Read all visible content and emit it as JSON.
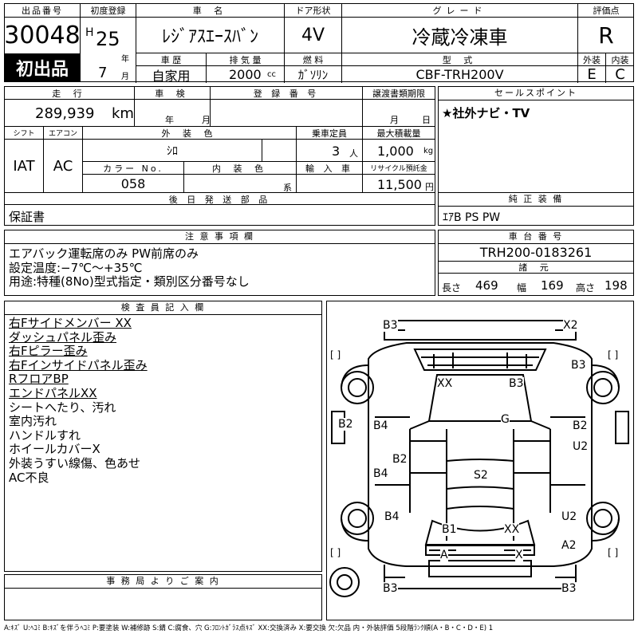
{
  "header": {
    "lot_label": "出品番号",
    "lot_number": "30048",
    "first_listing": "初出品",
    "reg_label": "初度登録",
    "era": "H",
    "year": "25",
    "year_unit": "年",
    "month": "7",
    "month_unit": "月",
    "car_name_label": "車 名",
    "car_name": "ﾚｼﾞｱｽｴｰｽﾊﾞﾝ",
    "door_label": "ドア形状",
    "door": "4V",
    "grade_label": "グレード",
    "grade": "冷蔵冷凍車",
    "score_label": "評価点",
    "score": "R",
    "history_label": "車 歴",
    "history": "自家用",
    "displacement_label": "排 気 量",
    "displacement": "2000",
    "displacement_unit": "cc",
    "fuel_label": "燃 料",
    "fuel": "ｶﾞｿﾘﾝ",
    "model_label": "型 式",
    "model": "CBF-TRH200V",
    "ext_label": "外装",
    "ext_grade": "E",
    "int_label": "内装",
    "int_grade": "C"
  },
  "row2": {
    "mileage_label": "走 行",
    "mileage": "289,939",
    "mileage_unit": "km",
    "inspection_label": "車 検",
    "inspection_year": "年",
    "inspection_month": "月",
    "plate_label": "登 録 番 号",
    "transfer_label": "譲渡書類期限",
    "transfer_month": "月",
    "transfer_day": "日",
    "sales_label": "セールスポイント",
    "sales_text": "★社外ナビ・TV",
    "shift_label": "シフト",
    "shift": "IAT",
    "ac_label": "エアコン",
    "ac": "AC",
    "color_label": "外 装 色",
    "color": "ｼﾛ",
    "capacity_label": "乗車定員",
    "capacity": "3",
    "capacity_unit": "人",
    "load_label": "最大積載量",
    "load": "1,000",
    "load_unit": "kg",
    "color_no_label": "カラー No.",
    "color_no": "058",
    "interior_color_label": "内 装 色",
    "interior_color_unit": "系",
    "import_label": "輸 入 車",
    "recycle_label": "リサイクル預託金",
    "recycle": "11,500",
    "recycle_unit": "円",
    "later_label": "後 日 発 送 部 品",
    "later_text": "保証書",
    "equipment_label": "純 正 装 備",
    "equipment_text": "ｴｱB PS PW"
  },
  "notes": {
    "label": "注 意 事 項 欄",
    "lines": [
      "エアバック運転席のみ PW前席のみ",
      "設定温度:−7℃〜+35℃",
      "用途:特種(8No)型式指定・類別区分番号なし"
    ]
  },
  "chassis": {
    "label": "車 台 番 号",
    "number": "TRH200-0183261",
    "specs_label": "諸 元",
    "length_label": "長さ",
    "length": "469",
    "width_label": "幅",
    "width": "169",
    "height_label": "高さ",
    "height": "198"
  },
  "inspector": {
    "label": "検 査 員 記 入 欄",
    "lines": [
      {
        "text": "右Fサイドメンバー XX",
        "underline": true
      },
      {
        "text": "ダッシュパネル歪み",
        "underline": true
      },
      {
        "text": "右Fピラー歪み",
        "underline": true
      },
      {
        "text": "右Fインサイドパネル歪み",
        "underline": true
      },
      {
        "text": "RフロアBP",
        "underline": true
      },
      {
        "text": "エンドパネルXX",
        "underline": true
      },
      {
        "text": "シートへたり、汚れ",
        "underline": false
      },
      {
        "text": "室内汚れ",
        "underline": false
      },
      {
        "text": "ハンドルすれ",
        "underline": false
      },
      {
        "text": "ホイールカバーX",
        "underline": false
      },
      {
        "text": "外装うすい線傷、色あせ",
        "underline": false
      },
      {
        "text": "AC不良",
        "underline": false
      }
    ]
  },
  "office": {
    "label": "事 務 局 よ り ご 案 内"
  },
  "diagram": {
    "marks": [
      "B3",
      "X2",
      "B3",
      "XX",
      "B3",
      "G",
      "B2",
      "B4",
      "B2",
      "U2",
      "B2",
      "B4",
      "S2",
      "B4",
      "B1",
      "XX",
      "U2",
      "A",
      "X",
      "A2",
      "B3",
      "B3"
    ],
    "brackets": [
      "[ ]",
      "[ ]",
      "[ ]",
      "[ ]"
    ]
  },
  "legend": "A:ｷｽﾞ U:ﾍｺﾐ B:ｷｽﾞを伴うﾍｺﾐ P:要塗装 W:補修跡 S:錆 C:腐食、穴 G:ﾌﾛﾝﾄｶﾞﾗｽ点ｷｽﾞ XX:交換済み X:要交換 欠:欠品 内・外装評価 5段階ﾗﾝｸ順(A・B・C・D・E) 1"
}
